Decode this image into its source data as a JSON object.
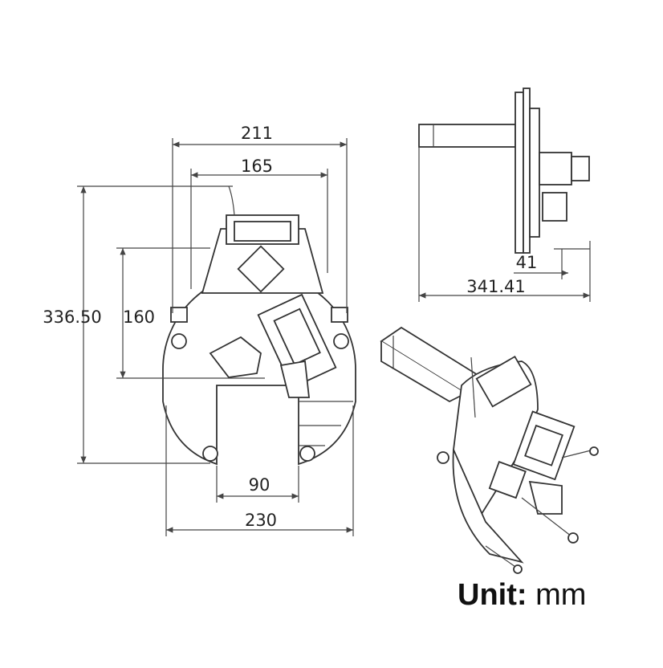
{
  "dimensions": {
    "width_outer": "211",
    "width_inner": "165",
    "height_total": "336.50",
    "height_inner": "160",
    "slot_width": "90",
    "base_width": "230",
    "side_offset": "41",
    "side_length": "341.41"
  },
  "unit": {
    "label": "Unit:",
    "value": "mm"
  }
}
